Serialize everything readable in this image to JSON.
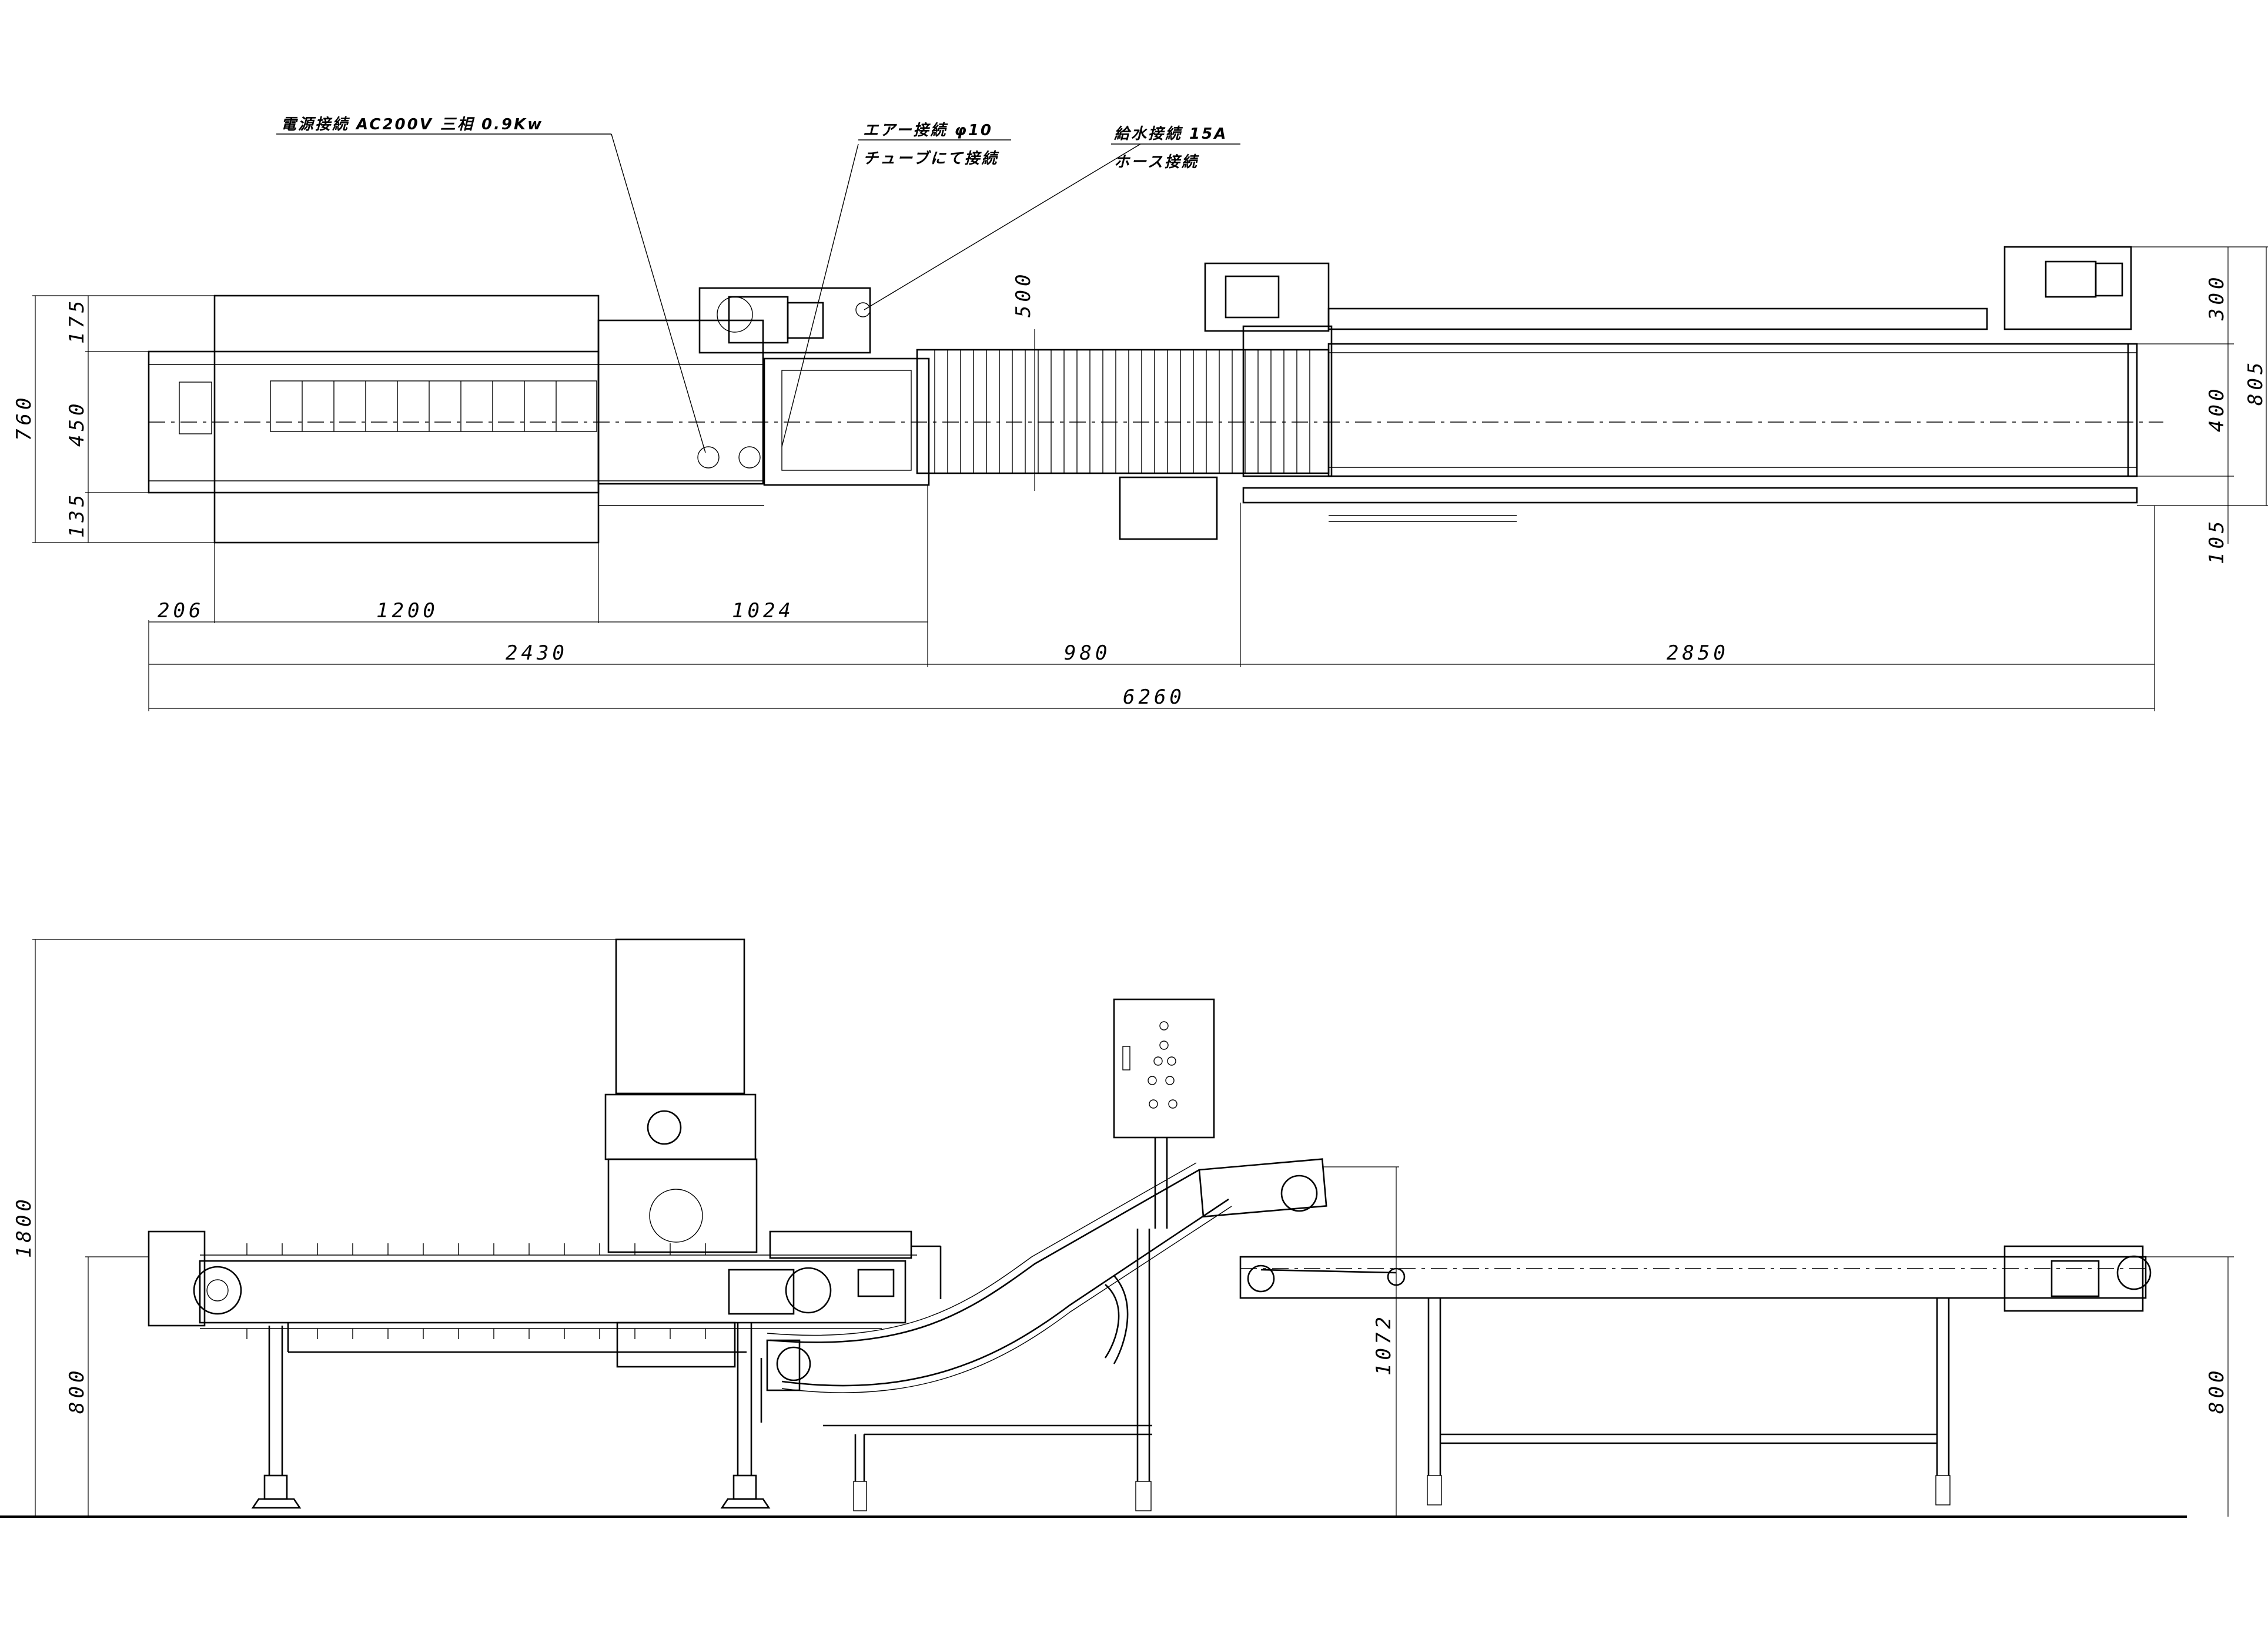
{
  "notes": {
    "power": "電源接続 AC200V 三相 0.9Kw",
    "air_1": "エアー接続 φ10",
    "air_2": "チューブにて接続",
    "water_1": "給水接続 15A",
    "water_2": "ホース接続"
  },
  "plan_dims": {
    "d206": "206",
    "d1200": "1200",
    "d1024": "1024",
    "d2430": "2430",
    "d980": "980",
    "d2850": "2850",
    "d6260": "6260",
    "d760": "760",
    "d175": "175",
    "d450": "450",
    "d135": "135",
    "d500": "500",
    "d300": "300",
    "d400": "400",
    "d105": "105",
    "d805": "805"
  },
  "elev_dims": {
    "d1800": "1800",
    "d800_left": "800",
    "d1072": "1072",
    "d800_right": "800"
  }
}
